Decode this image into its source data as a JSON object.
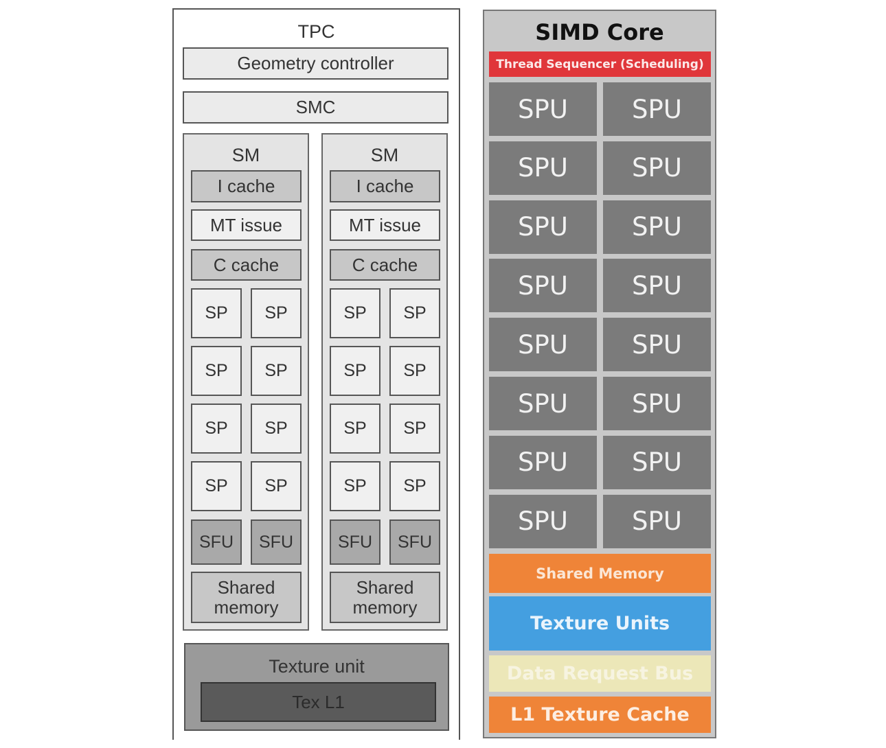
{
  "tpc": {
    "title": "TPC",
    "geometry_controller": "Geometry controller",
    "smc": "SMC",
    "sms": [
      {
        "title": "SM",
        "i_cache": "I cache",
        "mt_issue": "MT issue",
        "c_cache": "C cache",
        "sp_units": [
          "SP",
          "SP",
          "SP",
          "SP",
          "SP",
          "SP",
          "SP",
          "SP"
        ],
        "sfu_units": [
          "SFU",
          "SFU"
        ],
        "shared_memory": [
          "Shared",
          "memory"
        ]
      },
      {
        "title": "SM",
        "i_cache": "I cache",
        "mt_issue": "MT issue",
        "c_cache": "C cache",
        "sp_units": [
          "SP",
          "SP",
          "SP",
          "SP",
          "SP",
          "SP",
          "SP",
          "SP"
        ],
        "sfu_units": [
          "SFU",
          "SFU"
        ],
        "shared_memory": [
          "Shared",
          "memory"
        ]
      }
    ],
    "texture_unit": "Texture unit",
    "tex_l1": "Tex L1"
  },
  "simd": {
    "title": "SIMD Core",
    "thread_sequencer": "Thread Sequencer (Scheduling)",
    "spus": [
      "SPU",
      "SPU",
      "SPU",
      "SPU",
      "SPU",
      "SPU",
      "SPU",
      "SPU",
      "SPU",
      "SPU",
      "SPU",
      "SPU",
      "SPU",
      "SPU",
      "SPU",
      "SPU"
    ],
    "shared_memory": "Shared Memory",
    "texture_units": "Texture Units",
    "data_request_bus": "Data Request Bus",
    "l1_texture_cache": "L1 Texture Cache"
  },
  "colors": {
    "thread_sequencer": "#e0363a",
    "spu": "#7b7b7b",
    "shared_memory": "#ef8438",
    "texture_units": "#449fe0",
    "data_request_bus": "#ece7b8",
    "l1_texture_cache": "#ef8438"
  }
}
